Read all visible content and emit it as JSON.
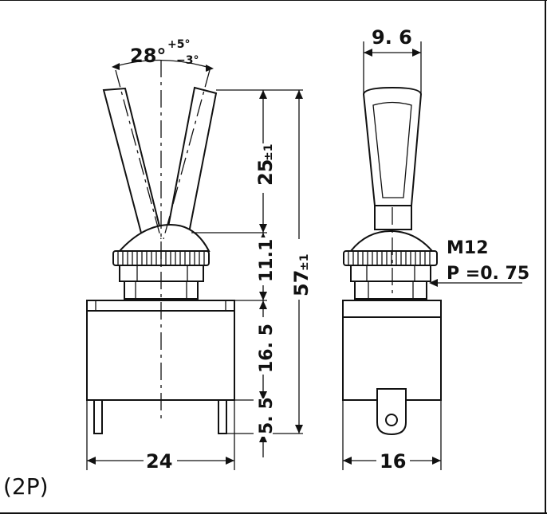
{
  "front": {
    "angle": "28°",
    "tol_plus": "+5°",
    "tol_minus": "−3°",
    "lever_len": "25",
    "lever_tol": "±1",
    "nut_h": "11.1",
    "body_h": "16. 5",
    "term_h": "5. 5",
    "total_h": "57",
    "total_tol": "±1",
    "width": "24"
  },
  "side": {
    "lever_w": "9. 6",
    "thread": "M12",
    "pitch": "P =0. 75",
    "width": "16"
  },
  "label": "(2P)"
}
